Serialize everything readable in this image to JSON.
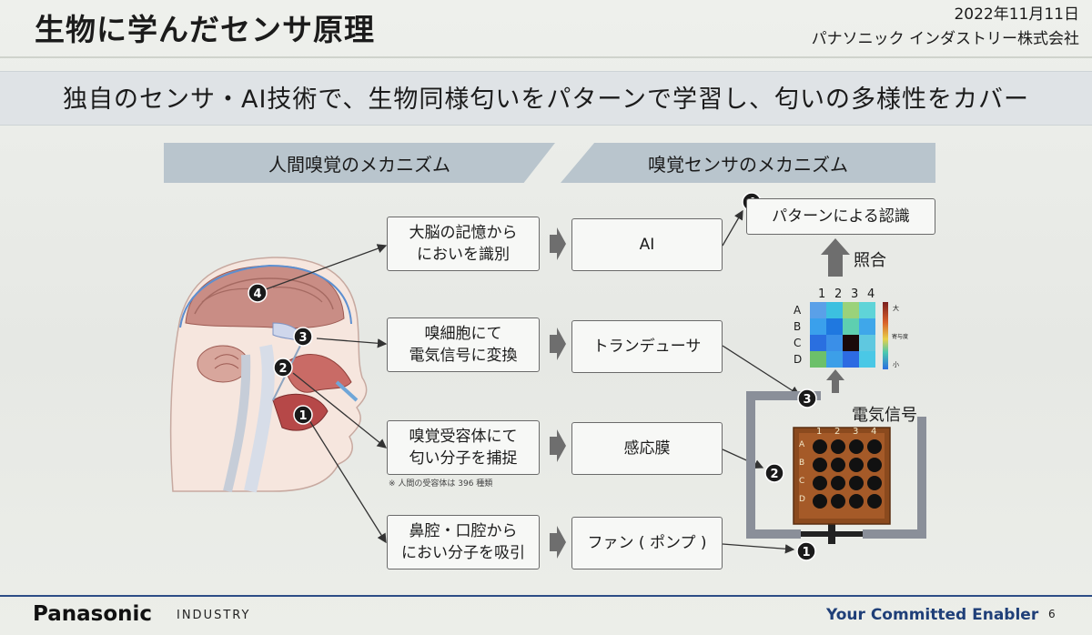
{
  "header": {
    "title": "生物に学んだセンサ原理",
    "date": "2022年11月11日",
    "company": "パナソニック インダストリー株式会社"
  },
  "subtitle": "独自のセンサ・AI技術で、生物同様匂いをパターンで学習し、匂いの多様性をカバー",
  "tabs": {
    "human": "人間嗅覚のメカニズム",
    "sensor": "嗅覚センサのメカニズム"
  },
  "human_steps": [
    {
      "line1": "大脳の記憶から",
      "line2": "においを識別"
    },
    {
      "line1": "嗅細胞にて",
      "line2": "電気信号に変換"
    },
    {
      "line1": "嗅覚受容体にて",
      "line2": "匂い分子を捕捉"
    },
    {
      "line1": "鼻腔・口腔から",
      "line2": "におい分子を吸引"
    }
  ],
  "note": "※ 人間の受容体は 396 種類",
  "sensor_steps": [
    "AI",
    "トランデューサ",
    "感応膜",
    "ファン ( ポンプ )"
  ],
  "recognition": "パターンによる認識",
  "collation": "照合",
  "signal": "電気信号",
  "heatmap": {
    "cols": [
      "1",
      "2",
      "3",
      "4"
    ],
    "rows": [
      "A",
      "B",
      "C",
      "D"
    ],
    "scale_high": "大",
    "scale_mid": "寄与度",
    "scale_low": "小",
    "cells": [
      [
        "#5aa0e8",
        "#3cc0e0",
        "#9ad27a",
        "#5fd4d8"
      ],
      [
        "#3aa0ec",
        "#1f78e0",
        "#5ecfb0",
        "#3fa7ea"
      ],
      [
        "#2a6fe0",
        "#3a8fe8",
        "#1a0a0a",
        "#5fc8e0"
      ],
      [
        "#6cc06a",
        "#3c9fe8",
        "#2d6be2",
        "#4ac8e6"
      ]
    ]
  },
  "chip": {
    "cols": [
      "1",
      "2",
      "3",
      "4"
    ],
    "rows": [
      "A",
      "B",
      "C",
      "D"
    ]
  },
  "circle_numbers": [
    "1",
    "2",
    "3",
    "4"
  ],
  "footer": {
    "brand": "Panasonic",
    "brand_sub": "INDUSTRY",
    "tagline": "Your Committed Enabler",
    "page": "6"
  }
}
